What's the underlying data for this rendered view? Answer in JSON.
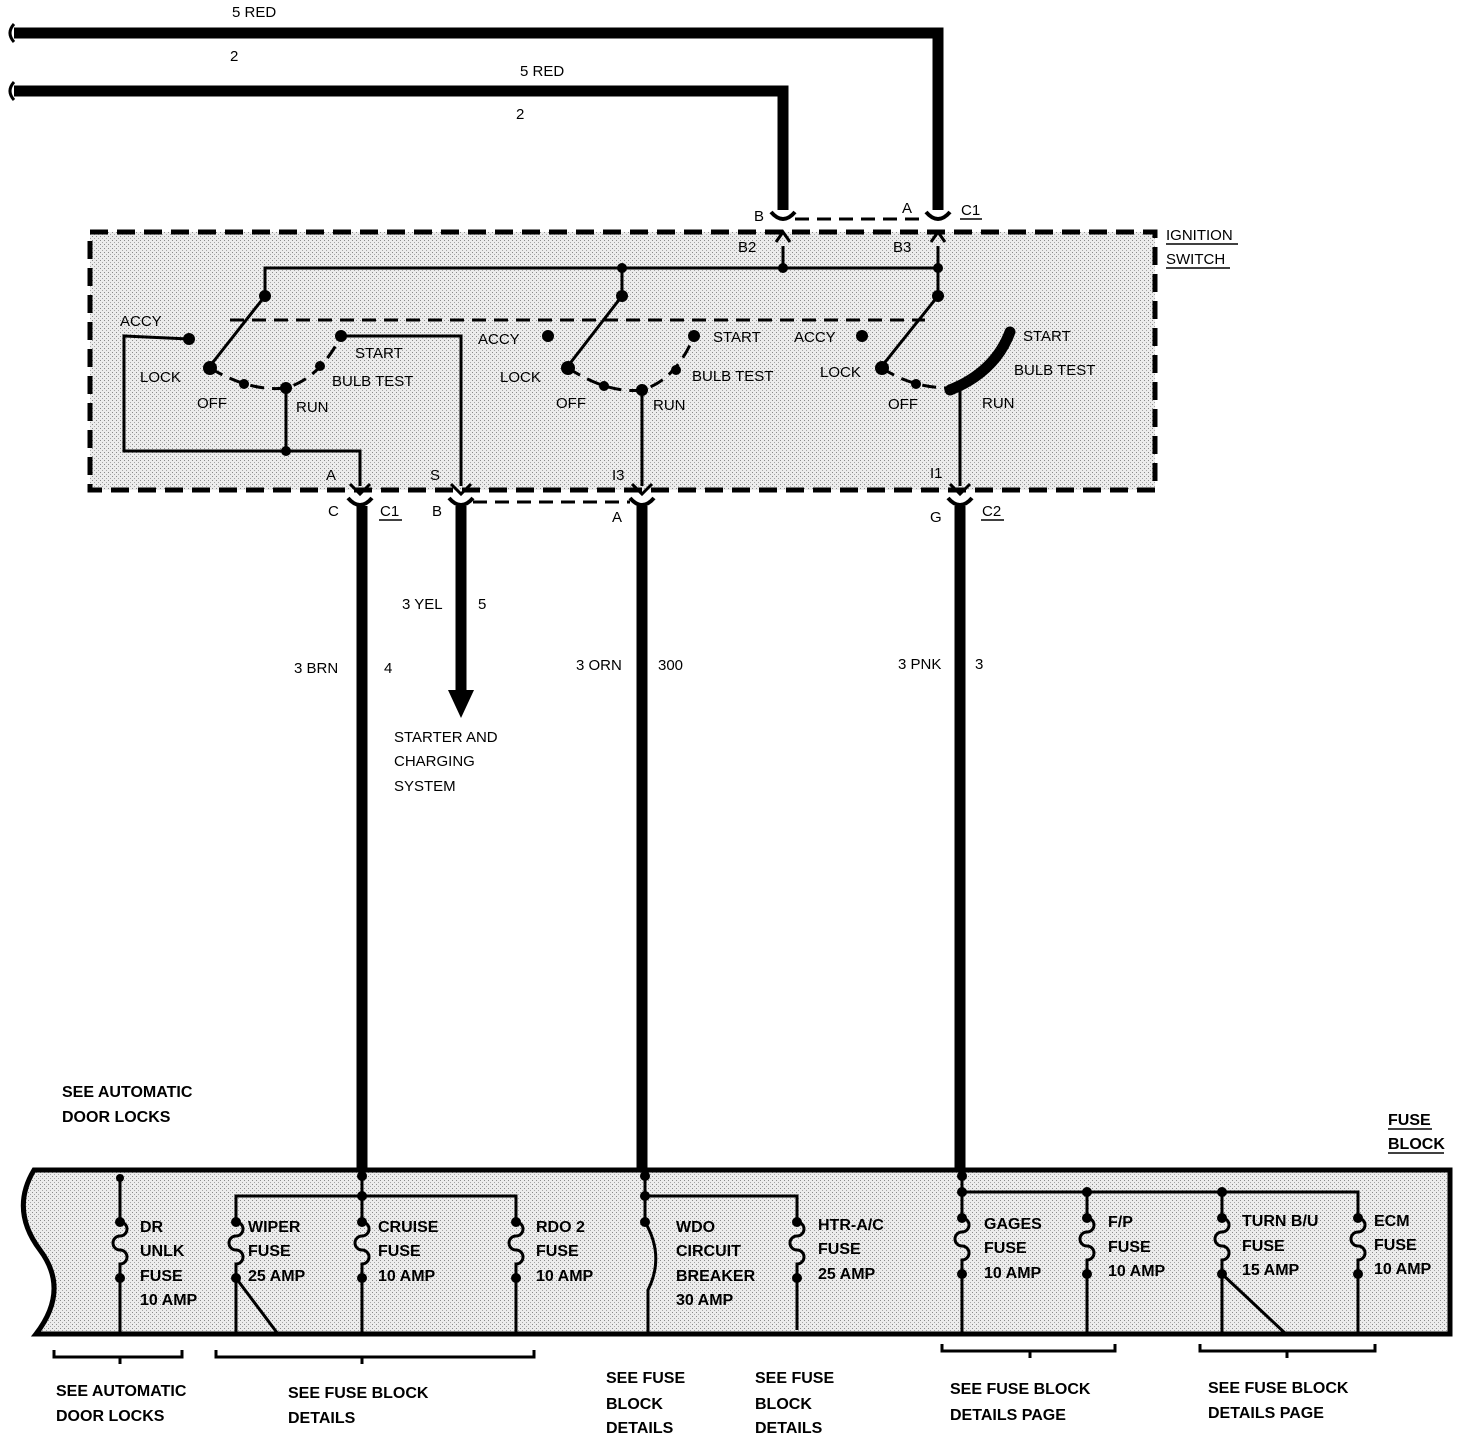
{
  "top_wires": [
    {
      "color_label": "5 RED",
      "circuit": "2"
    },
    {
      "color_label": "5 RED",
      "circuit": "2"
    }
  ],
  "ignition_switch": {
    "title_line1": "IGNITION",
    "title_line2": "SWITCH",
    "top_connector": "C1",
    "top_pin_b": "B",
    "top_pin_a": "A",
    "inner_pin_b2": "B2",
    "inner_pin_b3": "B3",
    "positions": {
      "accy": "ACCY",
      "lock": "LOCK",
      "off": "OFF",
      "run": "RUN",
      "start": "START",
      "bulb_test": "BULB TEST"
    },
    "bottom_inner_pins": [
      "A",
      "S",
      "I3",
      "I1"
    ],
    "bottom_pins": [
      "C",
      "B",
      "A",
      "G"
    ],
    "bottom_connectors": [
      "C1",
      "C2"
    ]
  },
  "output_wires": [
    {
      "color_label": "3 BRN",
      "circuit": "4"
    },
    {
      "color_label": "3 YEL",
      "circuit": "5"
    },
    {
      "color_label": "3 ORN",
      "circuit": "300"
    },
    {
      "color_label": "3 PNK",
      "circuit": "3"
    }
  ],
  "starter_note": [
    "STARTER AND",
    "CHARGING",
    "SYSTEM"
  ],
  "door_locks_note_top": [
    "SEE AUTOMATIC",
    "DOOR LOCKS"
  ],
  "fuse_block": {
    "title_line1": "FUSE",
    "title_line2": "BLOCK",
    "fuses": [
      {
        "lines": [
          "DR",
          "UNLK",
          "FUSE"
        ],
        "rating": "10 AMP"
      },
      {
        "lines": [
          "WIPER",
          "FUSE"
        ],
        "rating": "25 AMP"
      },
      {
        "lines": [
          "CRUISE",
          "FUSE"
        ],
        "rating": "10 AMP"
      },
      {
        "lines": [
          "RDO 2",
          "FUSE"
        ],
        "rating": "10 AMP"
      },
      {
        "lines": [
          "WDO",
          "CIRCUIT",
          "BREAKER"
        ],
        "rating": "30 AMP"
      },
      {
        "lines": [
          "HTR-A/C",
          "FUSE"
        ],
        "rating": "25 AMP"
      },
      {
        "lines": [
          "GAGES",
          "FUSE"
        ],
        "rating": "10 AMP"
      },
      {
        "lines": [
          "F/P",
          "FUSE"
        ],
        "rating": "10 AMP"
      },
      {
        "lines": [
          "TURN B/U",
          "FUSE"
        ],
        "rating": "15 AMP"
      },
      {
        "lines": [
          "ECM",
          "FUSE"
        ],
        "rating": "10 AMP"
      }
    ]
  },
  "bottom_notes": [
    [
      "SEE AUTOMATIC",
      "DOOR LOCKS"
    ],
    [
      "SEE  FUSE  BLOCK",
      "DETAILS"
    ],
    [
      "SEE FUSE",
      "BLOCK",
      "DETAILS"
    ],
    [
      "SEE FUSE",
      "BLOCK",
      "DETAILS"
    ],
    [
      "SEE  FUSE  BLOCK",
      "DETAILS PAGE"
    ],
    [
      "SEE  FUSE  BLOCK",
      "DETAILS PAGE"
    ]
  ],
  "colors": {
    "ink": "#000000",
    "stipple": "#d9d9d9",
    "paper": "#ffffff"
  }
}
